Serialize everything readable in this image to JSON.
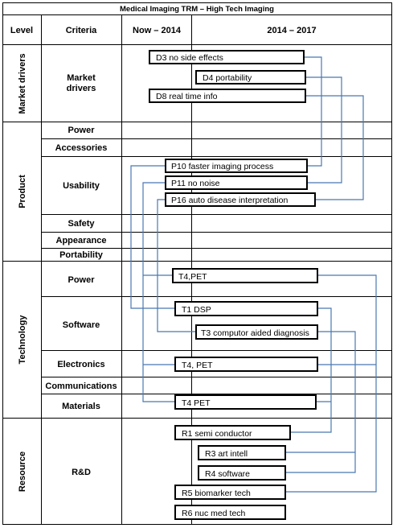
{
  "title": "Medical Imaging TRM – High Tech Imaging",
  "headers": {
    "level": "Level",
    "criteria": "Criteria",
    "period1": "Now – 2014",
    "period2": "2014 – 2017"
  },
  "levels": [
    {
      "label": "Market drivers",
      "criteria": [
        "Market drivers"
      ]
    },
    {
      "label": "Product",
      "criteria": [
        "Power",
        "Accessories",
        "Usability",
        "Safety",
        "Appearance",
        "Portability"
      ]
    },
    {
      "label": "Technology",
      "criteria": [
        "Power",
        "Software",
        "Electronics",
        "Communications",
        "Materials"
      ]
    },
    {
      "label": "Resource",
      "criteria": [
        "R&D"
      ]
    }
  ],
  "boxes": {
    "d3": "D3 no side effects",
    "d4": "D4 portability",
    "d8": "D8 real time info",
    "p10": "P10 faster imaging process",
    "p11": "P11 no noise",
    "p16": "P16 auto disease interpretation",
    "t4_power": "T4,PET",
    "t1": "T1 DSP",
    "t3": "T3 computor aided diagnosis",
    "t4_electronics": "T4, PET",
    "t4_materials": "T4 PET",
    "r1": "R1 semi conductor",
    "r3": "R3 art intell",
    "r4": "R4 software",
    "r5": "R5 biomarker tech",
    "r6": "R6 nuc med tech"
  },
  "colors": {
    "link_line": "#4a78b0",
    "border": "#000000",
    "background": "#ffffff"
  }
}
